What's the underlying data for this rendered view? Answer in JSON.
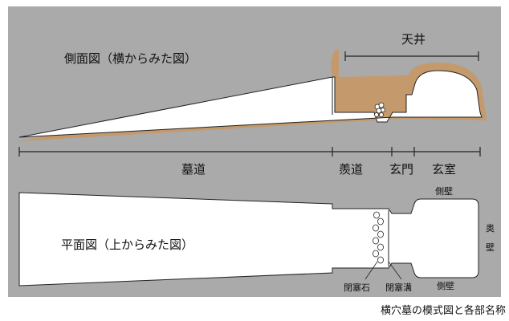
{
  "side_view": {
    "title": "側面図（横からみた図）",
    "ceiling_label": "天井"
  },
  "plan_view": {
    "title": "平面図（上からみた図）",
    "side_wall_top": "側壁",
    "side_wall_bottom": "側壁",
    "back_wall_1": "奥",
    "back_wall_2": "壁",
    "closing_stone": "閉塞石",
    "closing_groove": "閉塞溝"
  },
  "sections": {
    "bodo": "墓道",
    "sendo": "羨道",
    "genmon": "玄門",
    "genshitsu": "玄室"
  },
  "caption": "横穴墓の模式図と各部名称",
  "colors": {
    "panel": "#aaaaaa",
    "soil": "#c49a6c",
    "outline": "#222222",
    "fill": "#ffffff"
  }
}
